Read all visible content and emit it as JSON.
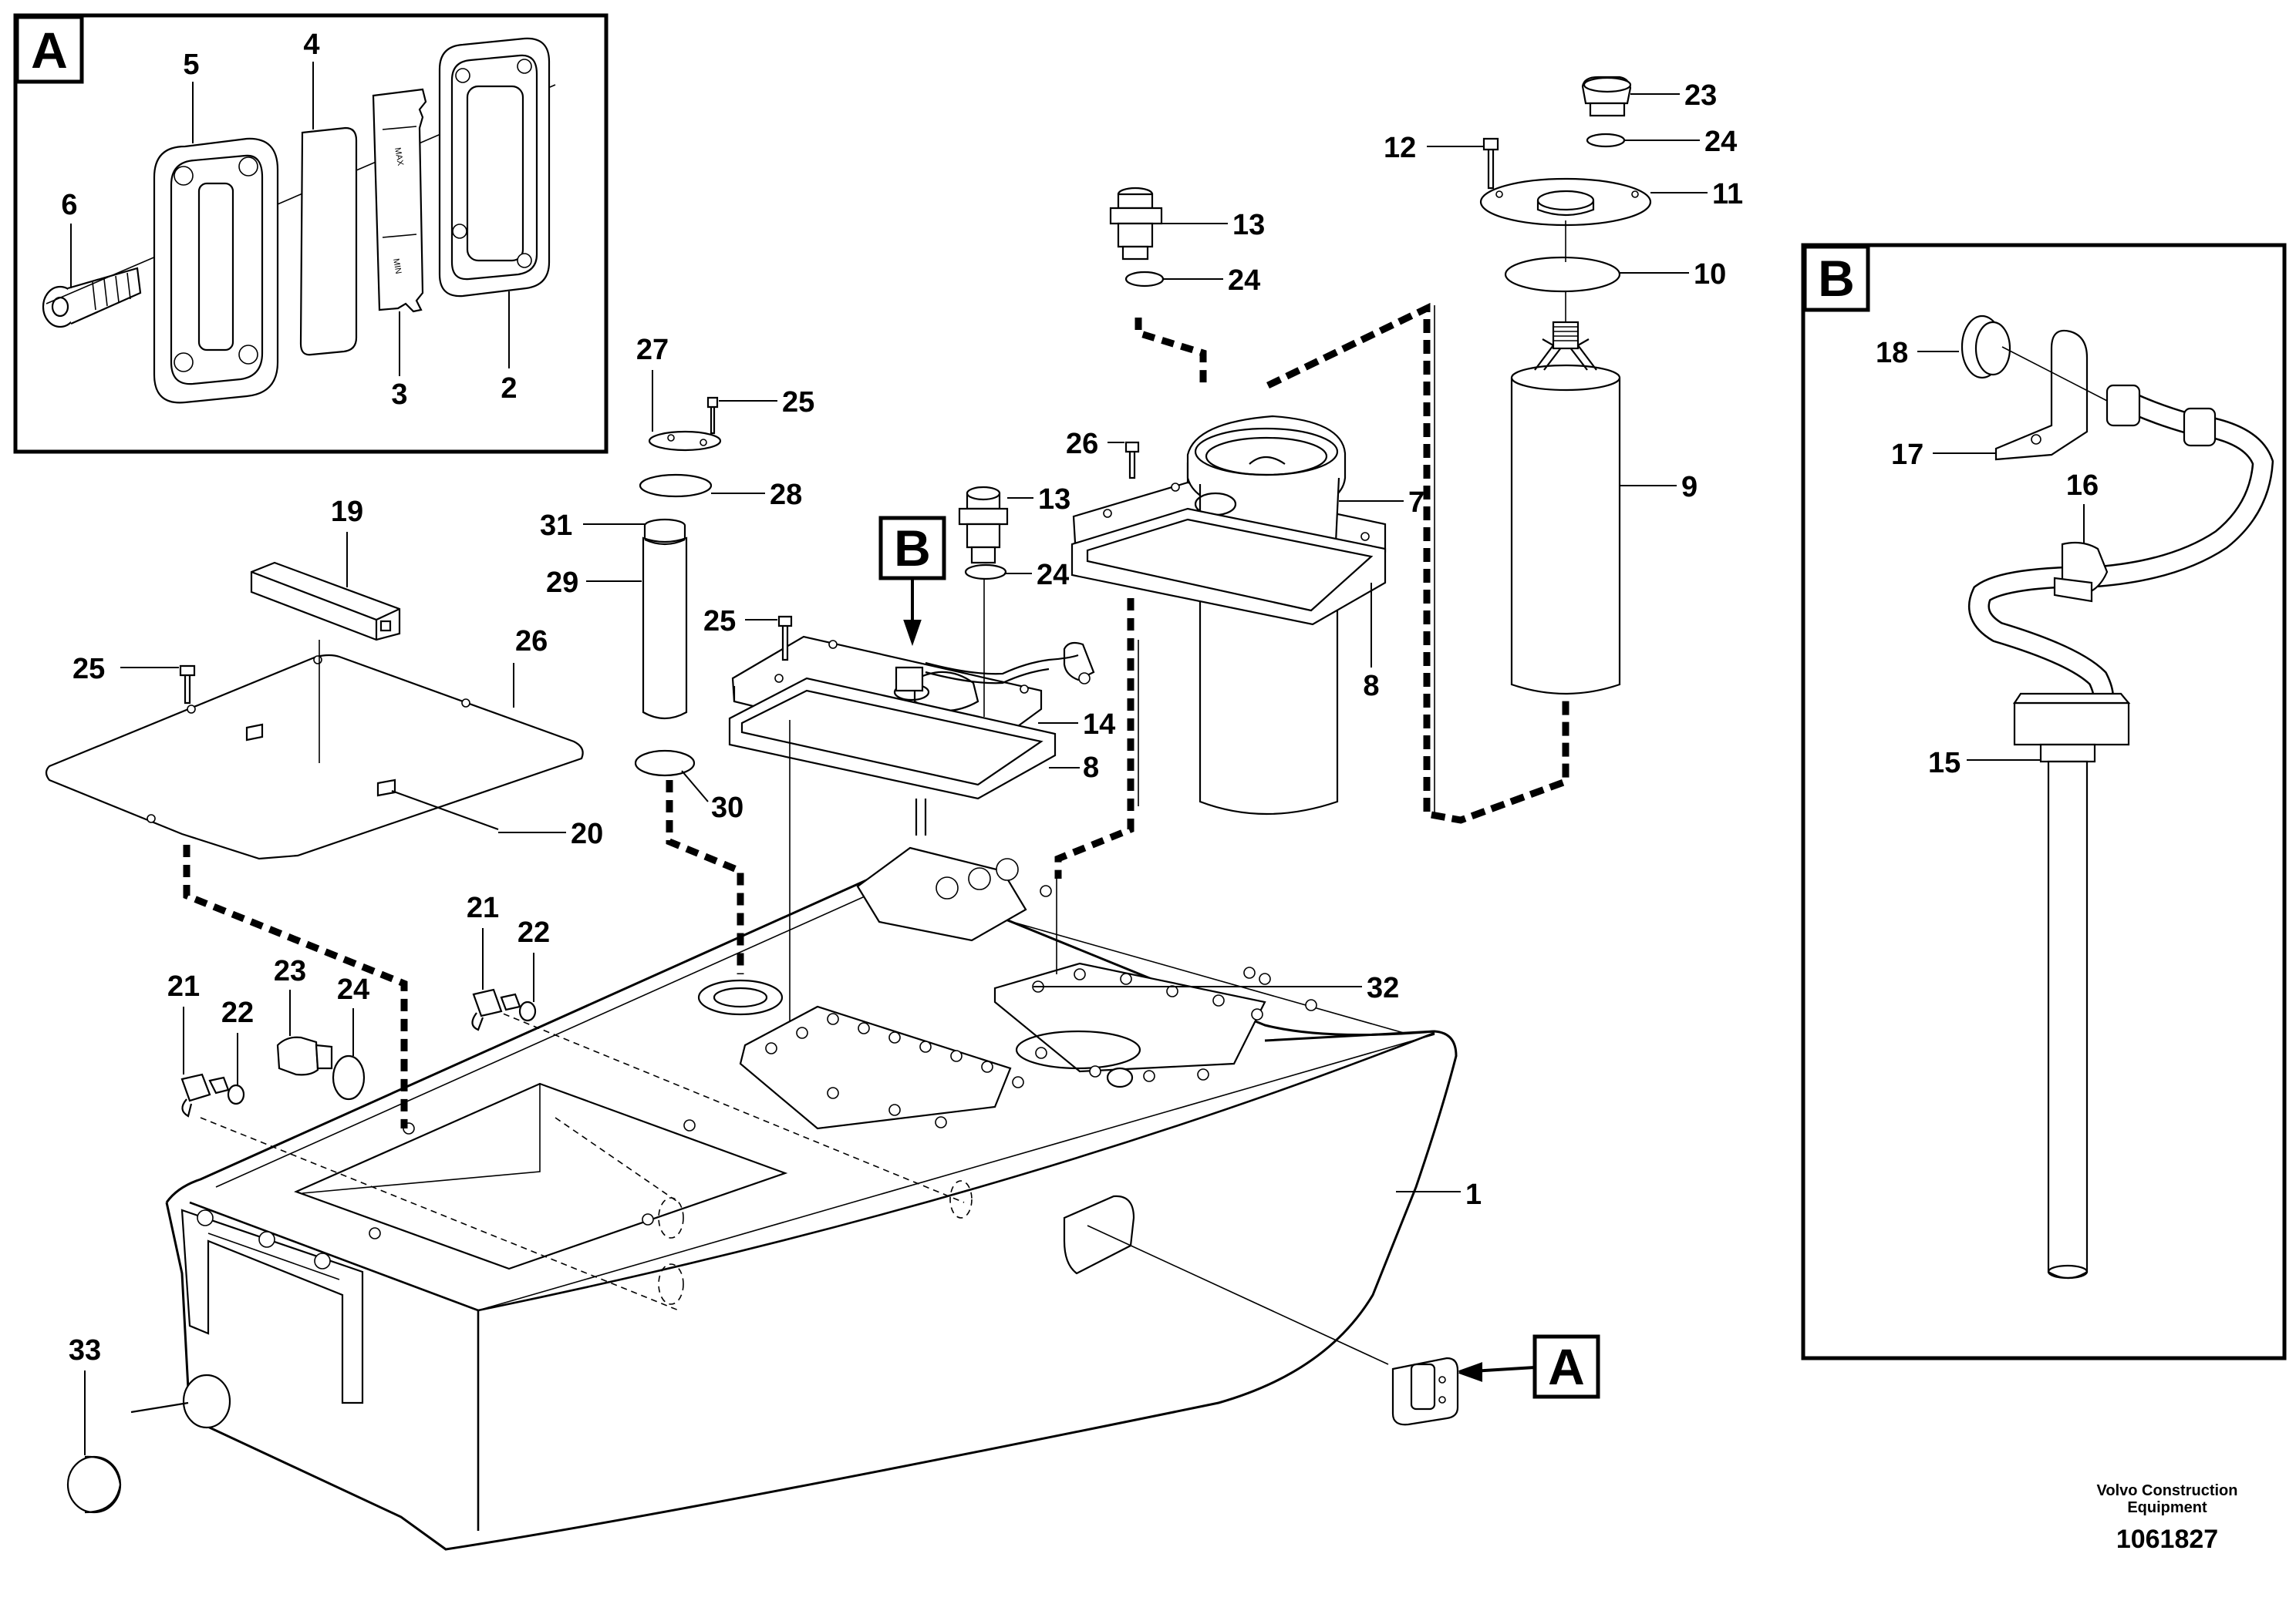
{
  "detail_a": {
    "label": "A"
  },
  "detail_b": {
    "label": "B"
  },
  "callout_a": {
    "label": "A"
  },
  "callout_b": {
    "label": "B"
  },
  "parts": {
    "p1": "1",
    "p2": "2",
    "p3": "3",
    "p4": "4",
    "p5": "5",
    "p6": "6",
    "p7": "7",
    "p8a": "8",
    "p8b": "8",
    "p9": "9",
    "p10": "10",
    "p11": "11",
    "p12": "12",
    "p13a": "13",
    "p13b": "13",
    "p14": "14",
    "p15": "15",
    "p16": "16",
    "p17": "17",
    "p18": "18",
    "p19": "19",
    "p20": "20",
    "p21a": "21",
    "p21b": "21",
    "p22a": "22",
    "p22b": "22",
    "p23a": "23",
    "p23b": "23",
    "p24a": "24",
    "p24b": "24",
    "p24c": "24",
    "p24d": "24",
    "p25a": "25",
    "p25b": "25",
    "p25c": "25",
    "p26a": "26",
    "p26b": "26",
    "p27": "27",
    "p28": "28",
    "p29": "29",
    "p30": "30",
    "p31": "31",
    "p32": "32",
    "p33": "33"
  },
  "footer": {
    "company_line1": "Volvo Construction",
    "company_line2": "Equipment",
    "drawing_number": "1061827"
  }
}
